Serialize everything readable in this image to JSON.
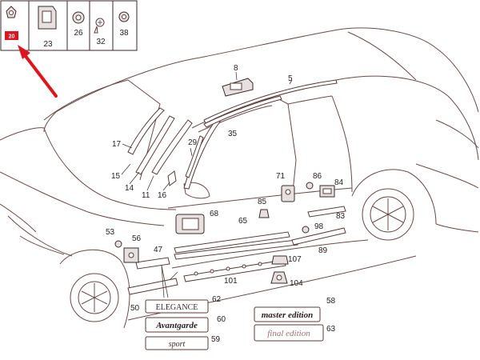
{
  "legend": {
    "highlighted_label": "20",
    "items": [
      {
        "label": "23"
      },
      {
        "label": "26"
      },
      {
        "label": "32"
      },
      {
        "label": "38"
      }
    ]
  },
  "callouts": {
    "c8": "8",
    "c5": "5",
    "c35": "35",
    "c17": "17",
    "c15": "15",
    "c14": "14",
    "c11": "11",
    "c16": "16",
    "c29": "29",
    "c71": "71",
    "c86": "86",
    "c84": "84",
    "c85": "85",
    "c68": "68",
    "c65": "65",
    "c83": "83",
    "c98": "98",
    "c89": "89",
    "c53": "53",
    "c56": "56",
    "c47": "47",
    "c107": "107",
    "c101": "101",
    "c104": "104",
    "c50": "50",
    "c62": "62",
    "c60": "60",
    "c59": "59",
    "c58": "58",
    "c63": "63"
  },
  "badges": {
    "elegance": "ELEGANCE",
    "avantgarde": "Avantgarde",
    "sport": "sport",
    "master": "master edition",
    "final": "final edition"
  },
  "colors": {
    "pointer_arrow": "#e0141e",
    "highlight_box": "#e0141e"
  }
}
